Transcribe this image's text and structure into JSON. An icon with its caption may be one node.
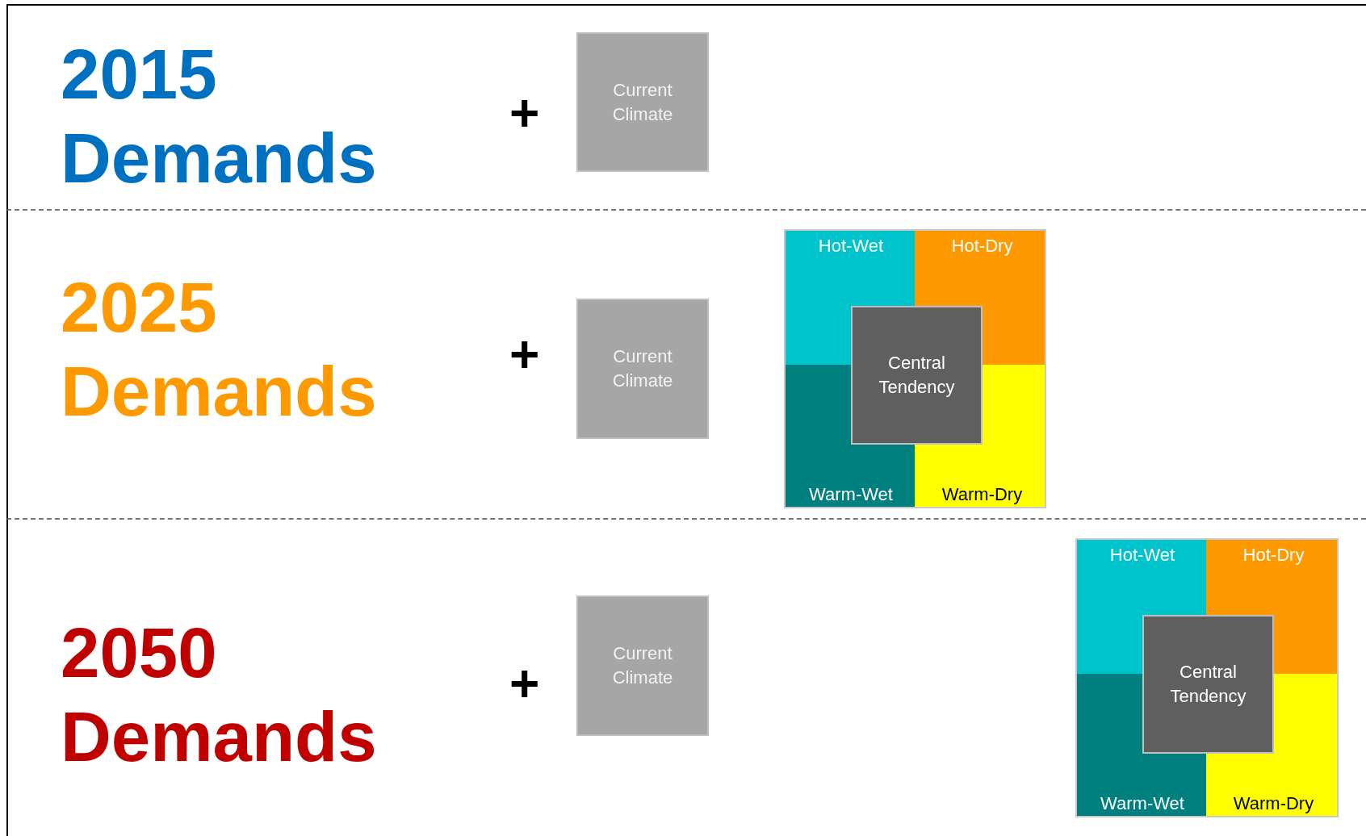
{
  "diagram": {
    "nodes": [
      {
        "text": [
          "2015 Demands"
        ]
      },
      {
        "text": [
          "Current Climate"
        ],
        "in": 0
      },
      {
        "text": [
          "2025 Demands"
        ]
      },
      {
        "text": [
          "Current Climate"
        ],
        "in": 2
      },
      {
        "text": [],
        "shape": "box",
        "in": 2
      },
      {
        "text": [
          "Hot-Wet"
        ],
        "in": 4
      },
      {
        "text": [
          "Hot-Dry"
        ],
        "in": 4
      },
      {
        "text": [
          "Central Tendency"
        ],
        "in": 4
      },
      {
        "text": [
          "Warm-Wet"
        ],
        "in": 4
      },
      {
        "text": [
          "Warm-Dry"
        ],
        "in": 4
      },
      {
        "text": [
          "2050 Demands"
        ]
      },
      {
        "text": [
          "Current Climate"
        ],
        "in": 10
      },
      {
        "text": [],
        "shape": "box",
        "in": 10
      },
      {
        "text": [
          "Hot-Wet"
        ],
        "in": 12
      },
      {
        "text": [
          "Hot-Dry"
        ],
        "in": 12
      },
      {
        "text": [
          "Central Tendency"
        ],
        "in": 12
      },
      {
        "text": [
          "Warm-Wet"
        ],
        "in": 12
      },
      {
        "text": [
          "Warm-Dry"
        ],
        "in": 12
      }
    ],
    "labels": [
      "+",
      "+",
      "+"
    ]
  }
}
